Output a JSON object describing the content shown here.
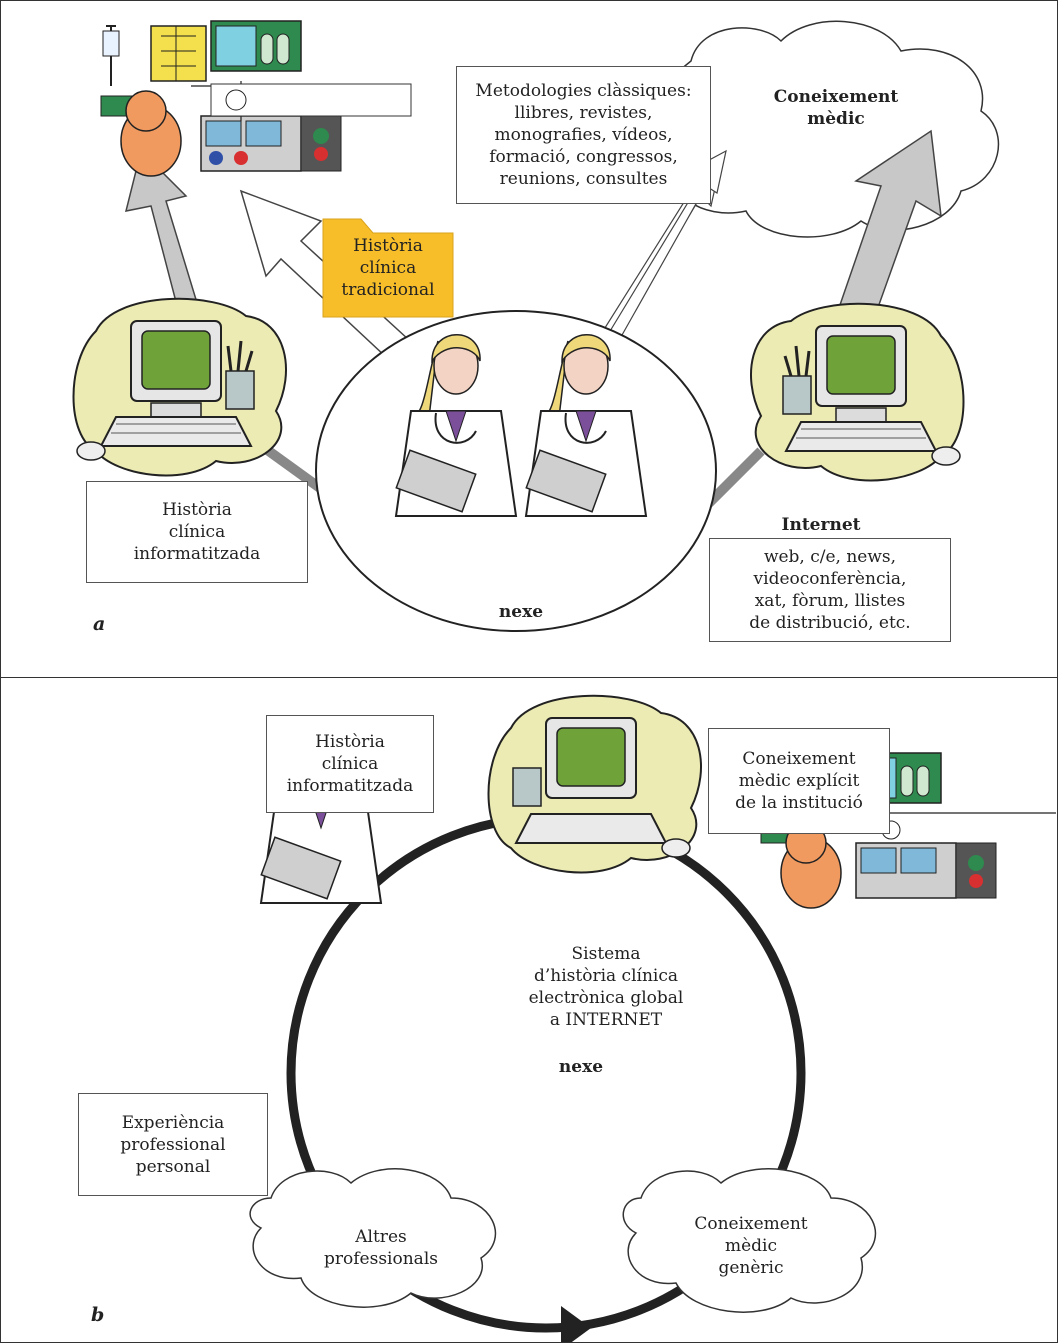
{
  "panel_a": {
    "letter": "a",
    "methodologies": [
      "Metodologies clàssiques:",
      "llibres, revistes,",
      "monografies, vídeos,",
      "formació, congressos,",
      "reunions, consultes"
    ],
    "medical_knowledge": [
      "Coneixement",
      "mèdic"
    ],
    "traditional_record": [
      "Història",
      "clínica",
      "tradicional"
    ],
    "computerized_record": [
      "Història",
      "clínica",
      "informatitzada"
    ],
    "nexus": "nexe",
    "internet_title": "Internet",
    "internet_list": [
      "web, c/e, news,",
      "videoconferència,",
      "xat, fòrum, llistes",
      "de distribució, etc."
    ]
  },
  "panel_b": {
    "letter": "b",
    "computerized_record": [
      "Història",
      "clínica",
      "informatitzada"
    ],
    "explicit_knowledge": [
      "Coneixement",
      "mèdic explícit",
      "de la institució"
    ],
    "global_system": [
      "Sistema",
      "d’història clínica",
      "electrònica global",
      "a INTERNET"
    ],
    "nexus": "nexe",
    "experience": [
      "Experiència",
      "professional",
      "personal"
    ],
    "other_professionals": [
      "Altres",
      "professionals"
    ],
    "generic_knowledge": [
      "Coneixement",
      "mèdic",
      "genèric"
    ]
  },
  "colors": {
    "folder": "#f7be2a",
    "cloud_yellow": "#ecebb3",
    "monitor_green": "#6fa33a",
    "arrow_gray": "#c8c8c8",
    "coat": "#ffffff",
    "hair": "#efd87a"
  }
}
